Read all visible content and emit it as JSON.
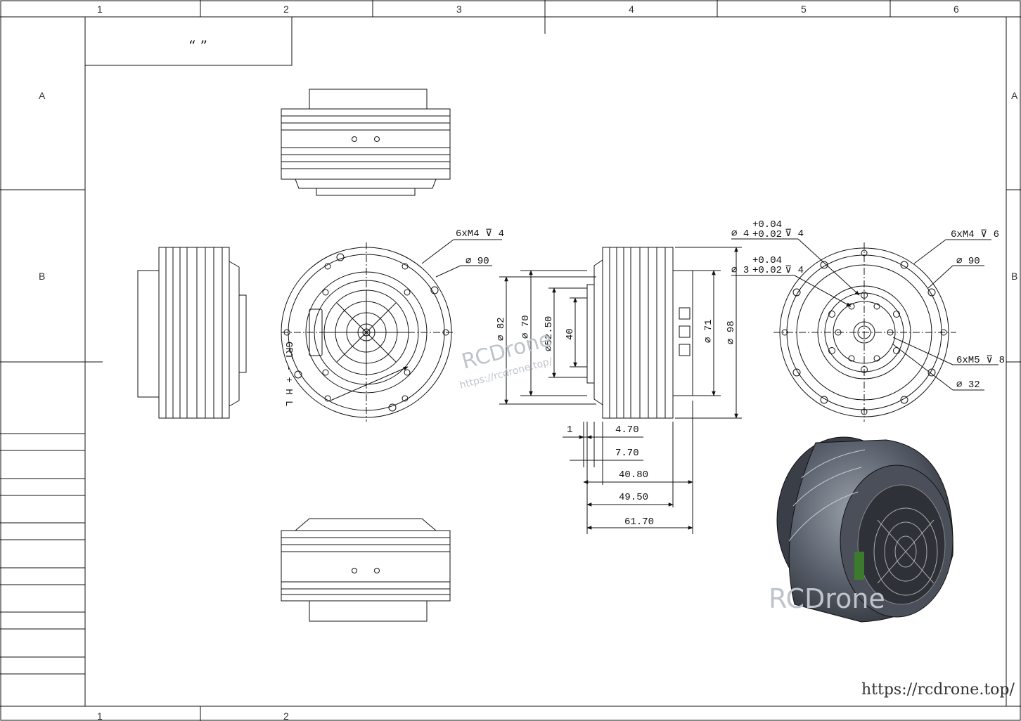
{
  "grid": {
    "columns": [
      "1",
      "2",
      "3",
      "4",
      "5",
      "6"
    ],
    "rows": [
      "A",
      "B"
    ]
  },
  "title_box": {
    "text": "“  ”"
  },
  "views": {
    "front": {
      "thread_callout": "6xM4 ⊽ 4",
      "diameter_callout": "⌀ 90",
      "connector_label": "GRT - + H L"
    },
    "side": {
      "dims": {
        "d82": "⌀ 82",
        "d70": "⌀ 70",
        "d52_50": "⌀52.50",
        "h40": "40",
        "d71": "⌀ 71",
        "d98": "⌀ 98",
        "w1": "1",
        "w4_70": "4.70",
        "w7_70": "7.70",
        "w40_80": "40.80",
        "w49_50": "49.50",
        "w61_70": "61.70"
      }
    },
    "back": {
      "hole_d4": "⌀ 4",
      "hole_d4_tol_upper": "+0.04",
      "hole_d4_tol_lower": "+0.02",
      "hole_d4_depth": "⊽ 4",
      "hole_d3": "⌀ 3",
      "hole_d3_tol_upper": "+0.04",
      "hole_d3_tol_lower": "+0.02",
      "hole_d3_depth": "⊽ 4",
      "thread_m4": "6xM4 ⊽ 6",
      "diameter_90": "⌀ 90",
      "thread_m5": "6xM5 ⊽ 8",
      "diameter_32": "⌀ 32"
    }
  },
  "watermarks": {
    "center": "RCDrone",
    "center_url": "https://rcdrone.top/",
    "render": "RCDrone",
    "footer_url": "https://rcdrone.top/"
  }
}
